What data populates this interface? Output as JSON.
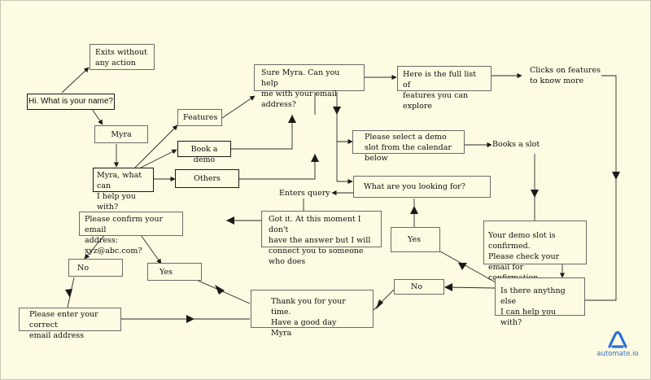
{
  "nodes": {
    "exits": "Exits without\nany action",
    "hi_name": "Hi. What is your name?",
    "myra": "Myra",
    "help_you_with": "Myra, what can\nI help you with?",
    "features": "Features",
    "book_demo": "Book a demo",
    "others": "Others",
    "ask_email": "Sure Myra. Can you help\nme with your email address?",
    "feature_list": "Here is the full list of\nfeatures you can explore",
    "clicks_features": "Clicks on features\nto know more",
    "select_slot": "Please select a demo\nslot from the calendar below",
    "books_slot": "Books a slot",
    "looking_for": "What are you looking for?",
    "enters_query": "Enters query",
    "got_it": "Got it. At this moment I don't\nhave the answer but I will\nconnect you to someone who does",
    "confirm_email": "Please confirm your email\naddress: xyz@abc.com?",
    "no_left": "No",
    "yes_left": "Yes",
    "enter_correct_email": "Please enter your correct\nemail address",
    "thank_you": "Thank you for your time.\nHave a good day Myra",
    "slot_confirmed": "Your demo slot is confirmed.\nPlease check your email for\nconfirmation.",
    "anything_else": "Is there anythng else\nI can help you with?",
    "no_right": "No",
    "yes_right": "Yes"
  },
  "brand": {
    "name": "automate.io",
    "color": "#2b6fd6"
  },
  "colors": {
    "background": "#fdfbe1",
    "line": "#1a1a1a"
  }
}
